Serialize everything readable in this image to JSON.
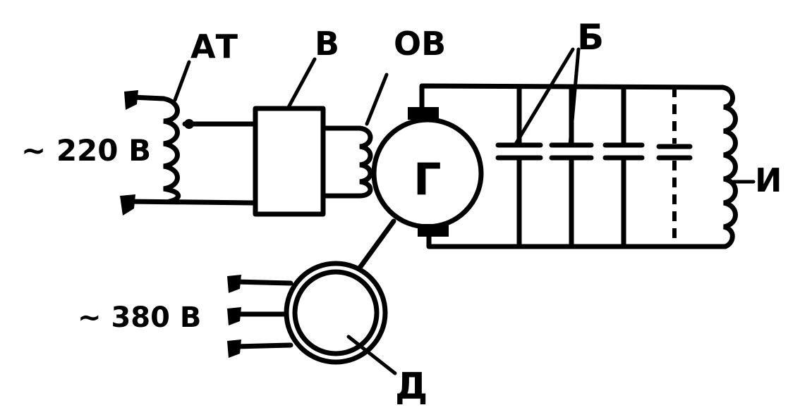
{
  "labels": {
    "autotransformer": "АТ",
    "rectifier": "В",
    "field_winding": "ОВ",
    "battery": "Б",
    "inductor": "И",
    "generator": "Г",
    "motor": "Д",
    "supply_220": "~ 220 В",
    "supply_380": "~ 380 В"
  },
  "colors": {
    "ink": "#000000",
    "paper": "#ffffff"
  }
}
